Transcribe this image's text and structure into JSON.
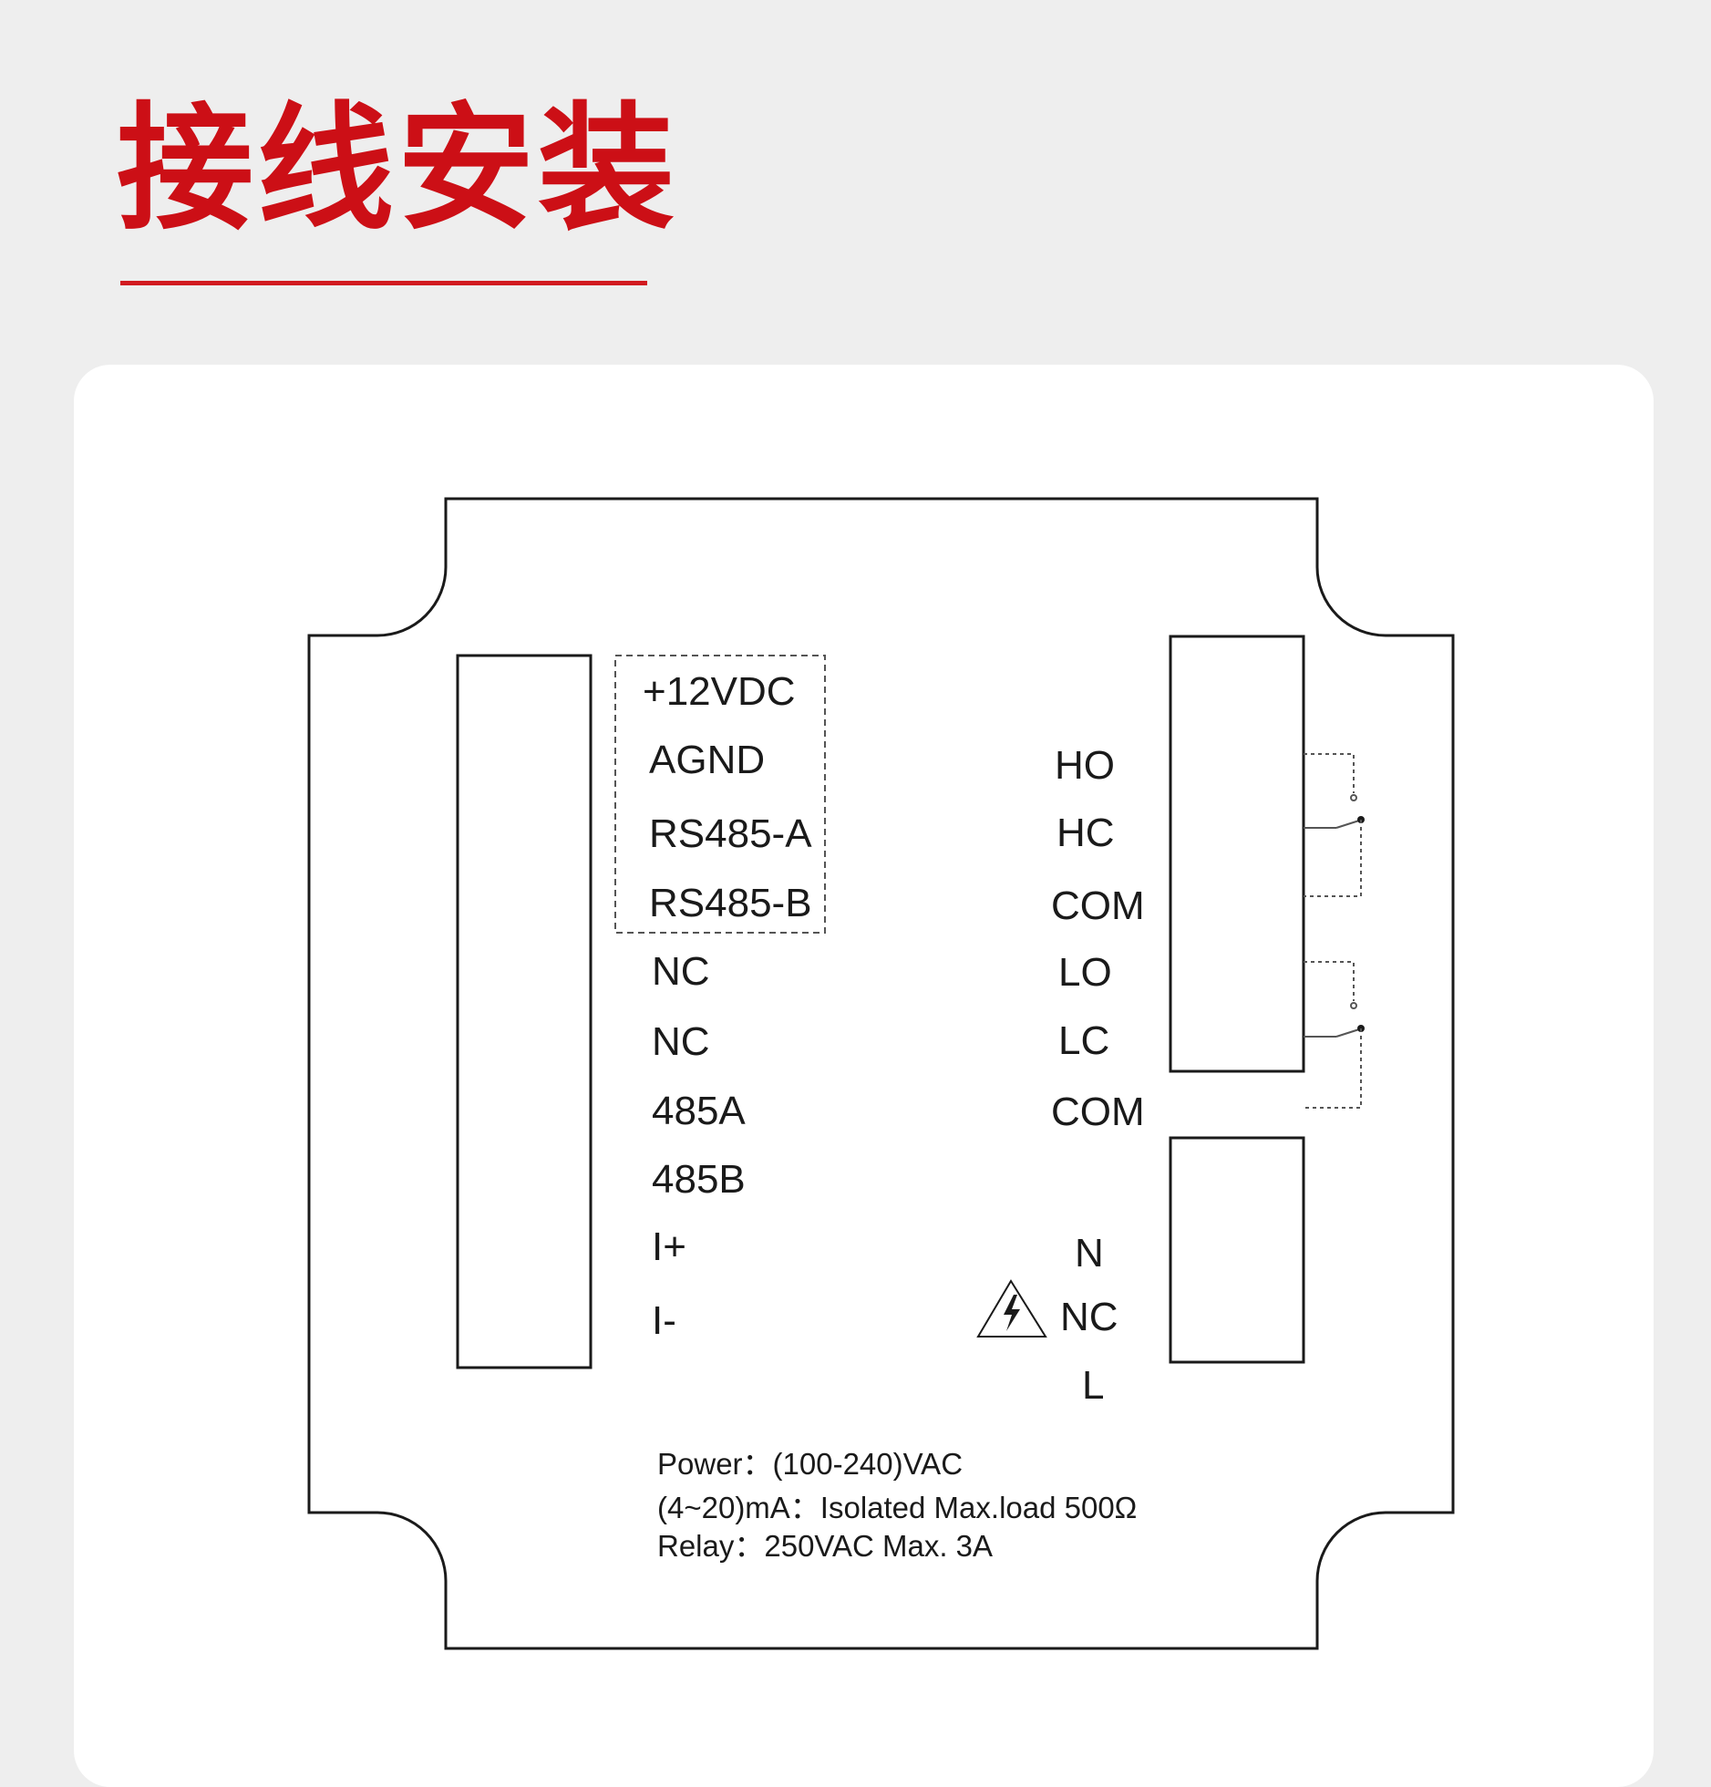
{
  "title": "接线安装",
  "colors": {
    "accent": "#cc0f16",
    "line": "#1a1a1a",
    "background": "#eeeeee",
    "card": "#ffffff"
  },
  "left_terminal": {
    "dashed_group": [
      "+12VDC",
      "AGND",
      "RS485-A",
      "RS485-B"
    ],
    "labels": [
      "NC",
      "NC",
      "485A",
      "485B",
      "I+",
      "I-"
    ]
  },
  "relay_terminal": {
    "labels": [
      "HO",
      "HC",
      "COM",
      "LO",
      "LC",
      "COM"
    ]
  },
  "power_terminal": {
    "labels": [
      "N",
      "NC",
      "L"
    ],
    "warning_icon": "high-voltage-warning-icon"
  },
  "specs": {
    "power": "Power：(100-240)VAC",
    "current": "(4~20)mA：Isolated Max.load 500Ω",
    "relay": "Relay：250VAC Max. 3A"
  }
}
